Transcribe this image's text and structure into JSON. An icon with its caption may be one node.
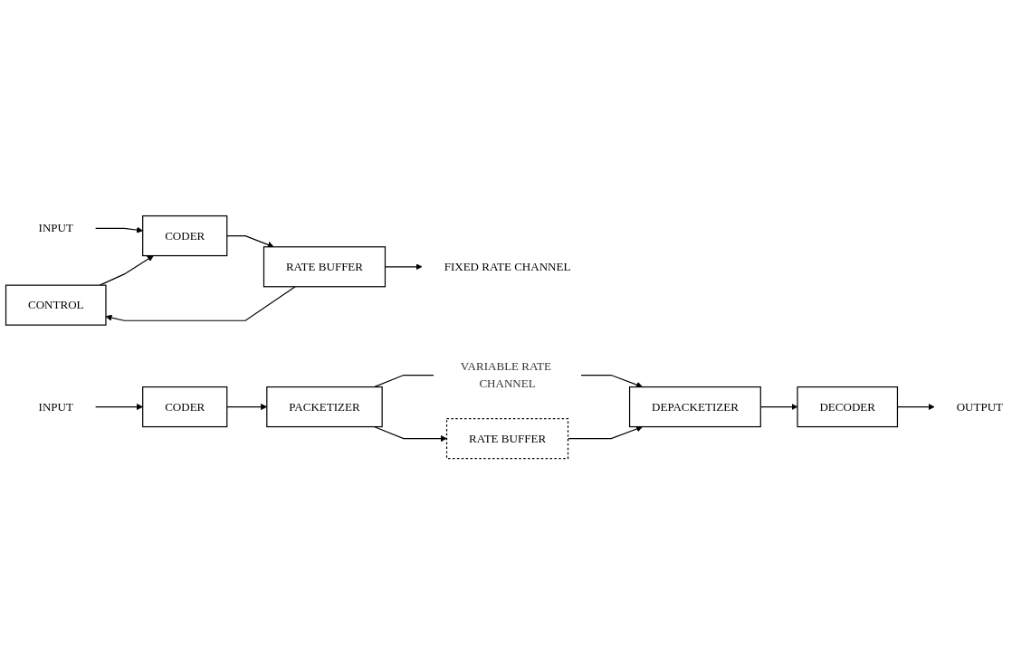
{
  "diagram": {
    "nodes": [
      {
        "text": [
          "CONTROL"
        ]
      },
      {
        "text": [
          "INPUT"
        ]
      },
      {
        "text": [
          "CODER"
        ]
      },
      {
        "text": [
          "RATE BUFFER"
        ]
      },
      {
        "text": [
          "FIXED RATE CHANNEL"
        ]
      },
      {
        "text": [
          "INPUT"
        ]
      },
      {
        "text": [
          "CODER"
        ]
      },
      {
        "text": [
          "PACKETIZER"
        ]
      },
      {
        "text": [
          "RATE BUFFER"
        ]
      },
      {
        "text": [
          "DEPACKETIZER"
        ]
      },
      {
        "text": [
          "DECODER"
        ]
      },
      {
        "text": [
          "OUTPUT"
        ]
      }
    ],
    "edges": [
      {
        "from": 1,
        "to": 2,
        "arrow": "to"
      },
      {
        "from": 0,
        "to": 2,
        "arrow": "to"
      },
      {
        "from": 2,
        "to": 3,
        "arrow": "to"
      },
      {
        "from": 3,
        "to": 0,
        "arrow": "to"
      },
      {
        "from": 3,
        "to": 4,
        "arrow": "to"
      },
      {
        "from": 5,
        "to": 6,
        "arrow": "to"
      },
      {
        "from": 6,
        "to": 7,
        "arrow": "to"
      },
      {
        "from": 7,
        "to": 8,
        "arrow": "to"
      },
      {
        "from": 7,
        "to": 9,
        "arrow": "to",
        "label": "VARIABLE RATE CHANNEL"
      },
      {
        "from": 8,
        "to": 9,
        "arrow": "to"
      },
      {
        "from": 9,
        "to": 10,
        "arrow": "to"
      },
      {
        "from": 10,
        "to": 11,
        "arrow": "to"
      }
    ]
  }
}
